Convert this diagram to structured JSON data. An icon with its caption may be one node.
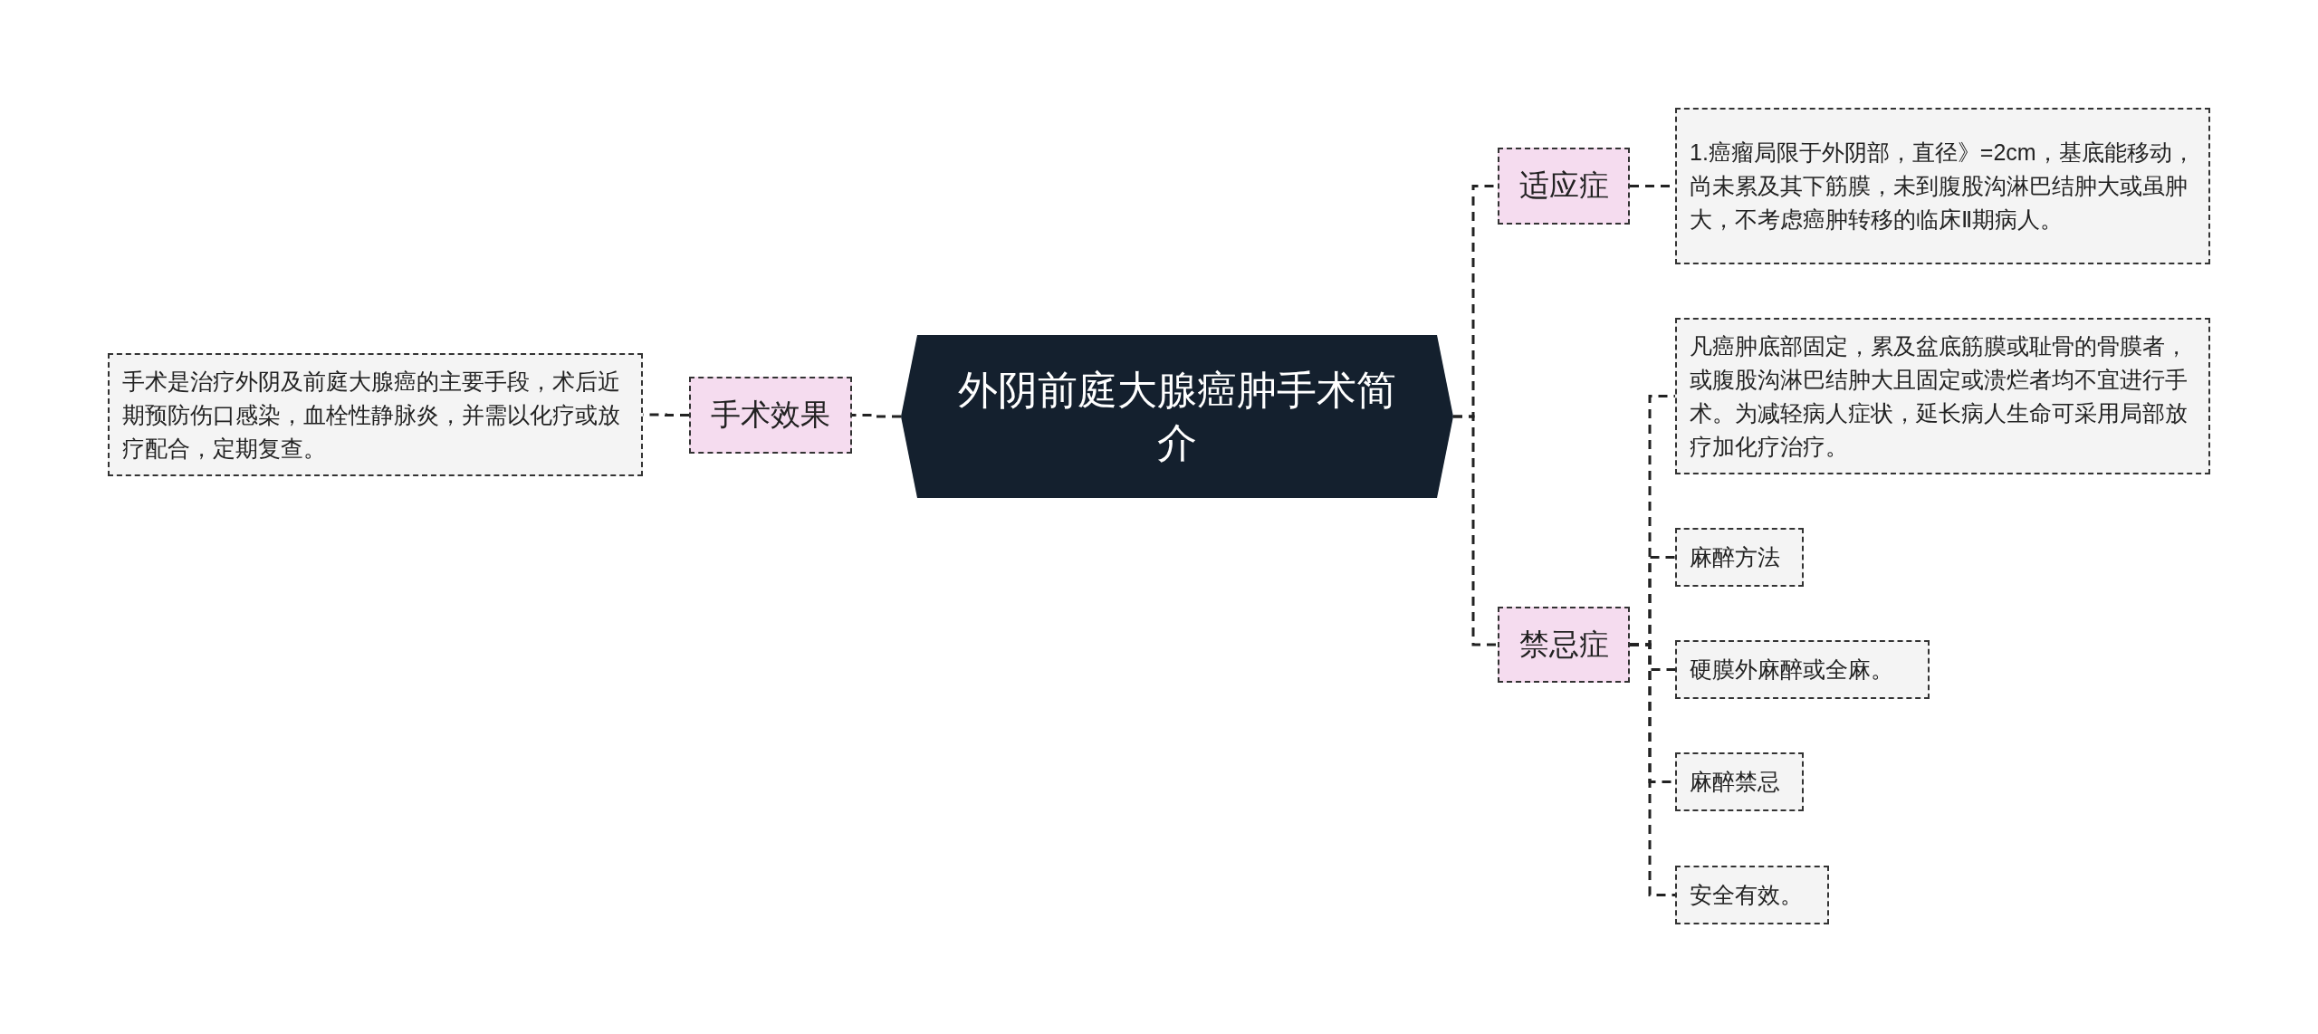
{
  "diagram": {
    "nodes": [
      {
        "text": [
          "外阴前庭大腺癌肿手术简介"
        ]
      },
      {
        "text": [
          "手术效果"
        ]
      },
      {
        "text": [
          "手术是治疗外阴及前庭大腺癌的主要手段，术后近期预防伤口感染，血栓性静脉炎，并需以化疗或放疗配合，定期复查。"
        ]
      },
      {
        "text": [
          "适应症"
        ]
      },
      {
        "text": [
          "1.癌瘤局限于外阴部，直径》=2cm，基底能移动，尚未累及其下筋膜，未到腹股沟淋巴结肿大或虽肿大，不考虑癌肿转移的临床Ⅱ期病人。"
        ]
      },
      {
        "text": [
          "禁忌症"
        ]
      },
      {
        "text": [
          "凡癌肿底部固定，累及盆底筋膜或耻骨的骨膜者，或腹股沟淋巴结肿大且固定或溃烂者均不宜进行手术。为减轻病人症状，延长病人生命可采用局部放疗加化疗治疗。"
        ]
      },
      {
        "text": [
          "麻醉方法"
        ]
      },
      {
        "text": [
          "硬膜外麻醉或全麻。"
        ]
      },
      {
        "text": [
          "麻醉禁忌"
        ]
      },
      {
        "text": [
          "安全有效。"
        ]
      }
    ],
    "edges": [
      {
        "from": 0,
        "to": 1,
        "arrow": "none"
      },
      {
        "from": 1,
        "to": 2,
        "arrow": "none"
      },
      {
        "from": 0,
        "to": 3,
        "arrow": "none"
      },
      {
        "from": 0,
        "to": 5,
        "arrow": "none"
      },
      {
        "from": 3,
        "to": 4,
        "arrow": "none"
      },
      {
        "from": 5,
        "to": 6,
        "arrow": "none"
      },
      {
        "from": 5,
        "to": 7,
        "arrow": "none"
      },
      {
        "from": 5,
        "to": 8,
        "arrow": "none"
      },
      {
        "from": 5,
        "to": 9,
        "arrow": "none"
      },
      {
        "from": 5,
        "to": 10,
        "arrow": "none"
      }
    ]
  }
}
